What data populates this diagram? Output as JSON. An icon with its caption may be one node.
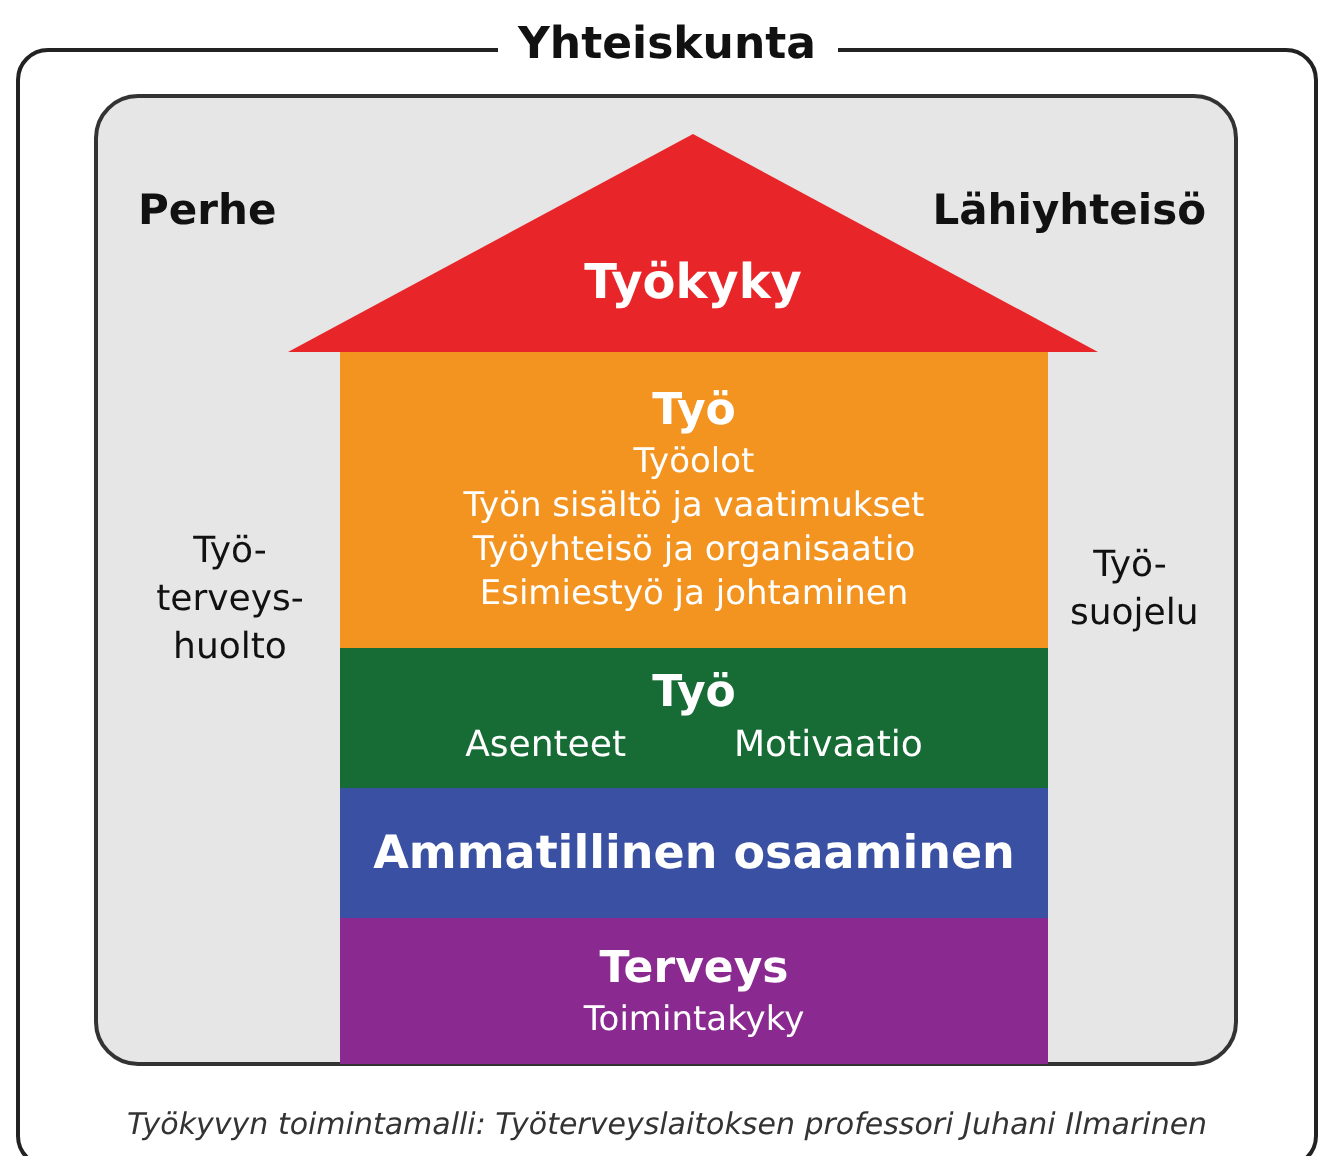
{
  "diagram": {
    "caption": "Työkyvyn toimintamalli: Työterveyslaitoksen professori Juhani Ilmarinen",
    "nodes": [
      {
        "text": [
          "Yhteiskunta"
        ]
      },
      {
        "text": [
          "Perhe",
          "Lähiyhteisö",
          "Työ- terveys- huolto",
          "Työ- suojelu"
        ],
        "in": 0
      },
      {
        "text": [
          "Työkyky"
        ],
        "in": 1
      },
      {
        "text": [
          "Työ",
          "Työolot",
          "Työn sisältö ja vaatimukset",
          "Työyhteisö ja organisaatio",
          "Esimiestyö ja johtaminen"
        ],
        "in": 1
      },
      {
        "text": [
          "Työ",
          "Asenteet",
          "Motivaatio"
        ],
        "in": 1
      },
      {
        "text": [
          "Ammatillinen osaaminen"
        ],
        "in": 1
      },
      {
        "text": [
          "Terveys",
          "Toimintakyky"
        ],
        "in": 1
      }
    ],
    "edges": []
  }
}
